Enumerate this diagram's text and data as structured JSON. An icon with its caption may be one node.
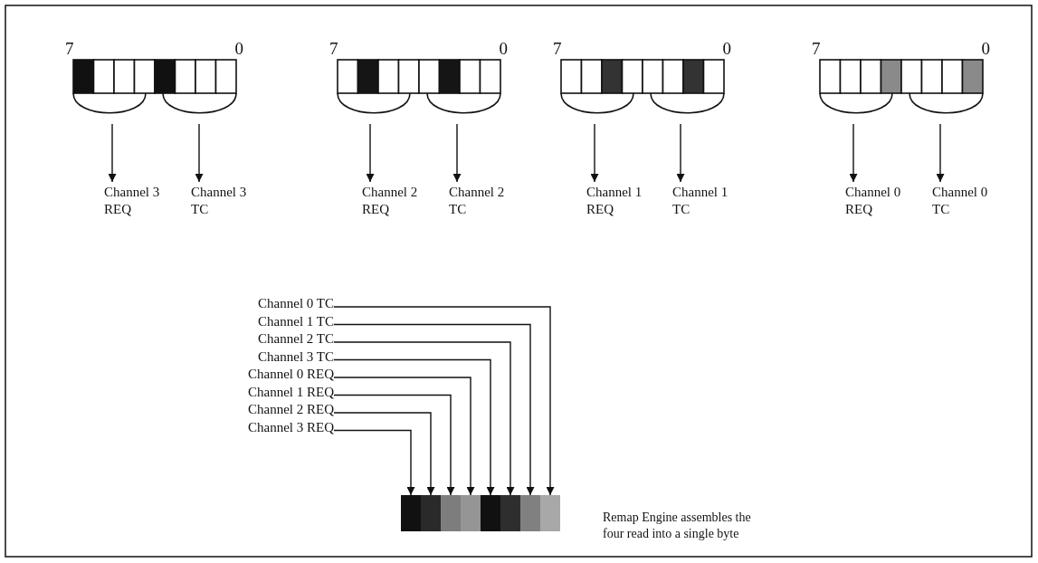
{
  "diagram": {
    "nodes": [
      {
        "text": [
          "7",
          "0"
        ]
      },
      {
        "text": [
          "7",
          "0"
        ]
      },
      {
        "text": [
          "7",
          "0"
        ]
      },
      {
        "text": [
          "7",
          "0"
        ]
      },
      {
        "text": [
          "Channel 3 REQ"
        ]
      },
      {
        "text": [
          "Channel 3 TC"
        ]
      },
      {
        "text": [
          "Channel 2 REQ"
        ]
      },
      {
        "text": [
          "Channel 2 TC"
        ]
      },
      {
        "text": [
          "Channel 1 REQ"
        ]
      },
      {
        "text": [
          "Channel 1 TC"
        ]
      },
      {
        "text": [
          "Channel 0 REQ"
        ]
      },
      {
        "text": [
          "Channel 0 TC"
        ]
      },
      {
        "text": [
          "Channel 0 TC"
        ]
      },
      {
        "text": [
          "Channel 1 TC"
        ]
      },
      {
        "text": [
          "Channel 2 TC"
        ]
      },
      {
        "text": [
          "Channel 3 TC"
        ]
      },
      {
        "text": [
          "Channel 0 REQ"
        ]
      },
      {
        "text": [
          "Channel 1 REQ"
        ]
      },
      {
        "text": [
          "Channel 2 REQ"
        ]
      },
      {
        "text": [
          "Channel 3 REQ"
        ]
      },
      {
        "text": [],
        "shape": "bar",
        "beside": [
          "Remap Engine assembles the four read into a single byte"
        ]
      }
    ],
    "edges": [
      {
        "from": 0,
        "to": 4,
        "arrow": "to"
      },
      {
        "from": 0,
        "to": 5,
        "arrow": "to"
      },
      {
        "from": 1,
        "to": 6,
        "arrow": "to"
      },
      {
        "from": 1,
        "to": 7,
        "arrow": "to"
      },
      {
        "from": 2,
        "to": 8,
        "arrow": "to"
      },
      {
        "from": 2,
        "to": 9,
        "arrow": "to"
      },
      {
        "from": 3,
        "to": 10,
        "arrow": "to"
      },
      {
        "from": 3,
        "to": 11,
        "arrow": "to"
      },
      {
        "from": 12,
        "to": 20,
        "arrow": "to"
      },
      {
        "from": 13,
        "to": 20,
        "arrow": "to"
      },
      {
        "from": 14,
        "to": 20,
        "arrow": "to"
      },
      {
        "from": 15,
        "to": 20,
        "arrow": "to"
      },
      {
        "from": 16,
        "to": 20,
        "arrow": "to"
      },
      {
        "from": 17,
        "to": 20,
        "arrow": "to"
      },
      {
        "from": 18,
        "to": 20,
        "arrow": "to"
      },
      {
        "from": 19,
        "to": 20,
        "arrow": "to"
      }
    ]
  }
}
